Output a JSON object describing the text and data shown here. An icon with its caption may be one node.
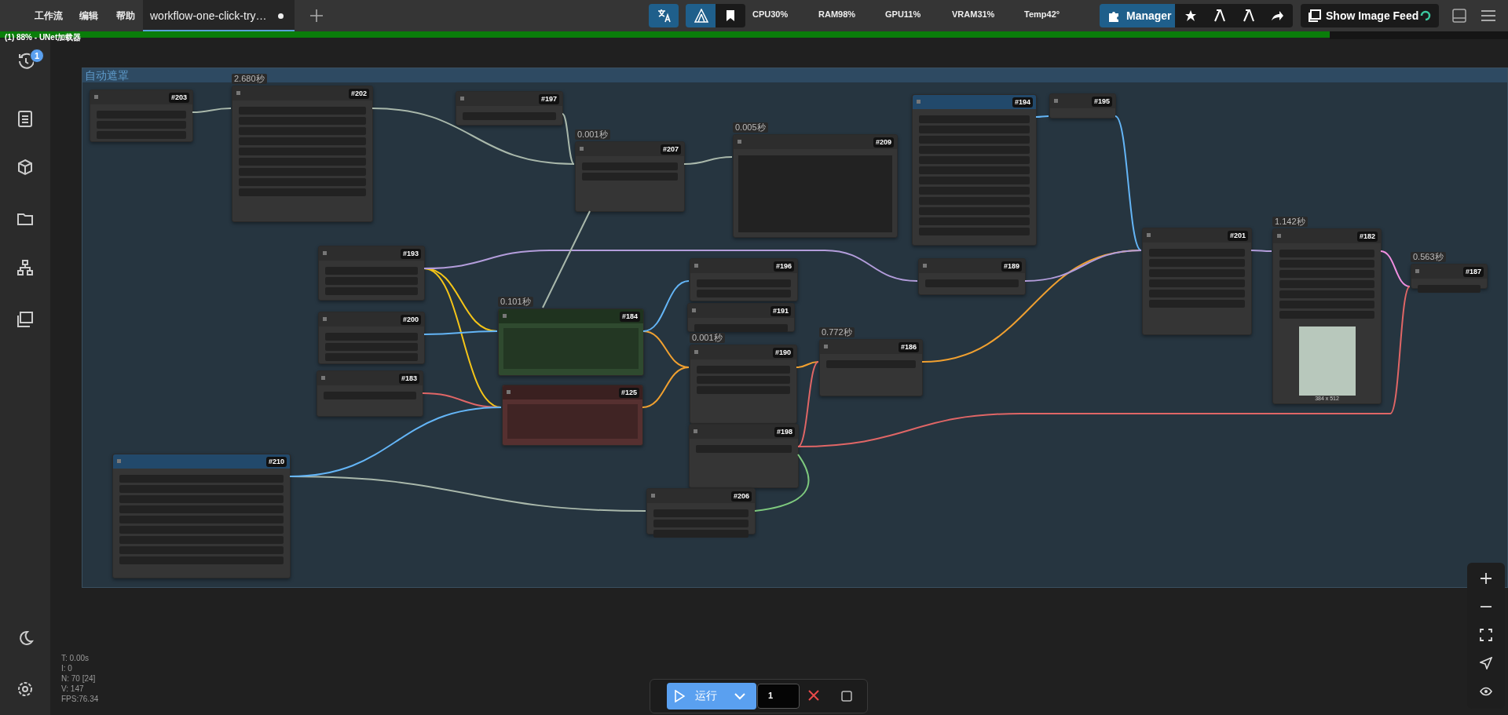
{
  "diagram": {
    "nodes": [
      {
        "text": [
          "自动遮罩"
        ]
      },
      {
        "text": [
          "#203"
        ],
        "in": 0
      },
      {
        "text": [
          "#202"
        ],
        "beside": [
          "2.680秒"
        ],
        "in": 0
      },
      {
        "text": [
          "#197"
        ],
        "in": 0
      },
      {
        "text": [
          "#207"
        ],
        "beside": [
          "0.001秒"
        ],
        "in": 0
      },
      {
        "text": [
          "#209"
        ],
        "beside": [
          "0.005秒"
        ],
        "in": 0
      },
      {
        "text": [
          "#194"
        ],
        "in": 0
      },
      {
        "text": [
          "#195"
        ],
        "in": 0
      },
      {
        "text": [
          "#193"
        ],
        "in": 0
      },
      {
        "text": [
          "#200"
        ],
        "in": 0
      },
      {
        "text": [
          "#183"
        ],
        "in": 0
      },
      {
        "text": [
          "#184"
        ],
        "beside": [
          "0.101秒"
        ],
        "in": 0
      },
      {
        "text": [
          "#125"
        ],
        "in": 0
      },
      {
        "text": [
          "#196"
        ],
        "in": 0
      },
      {
        "text": [
          "#191"
        ],
        "in": 0
      },
      {
        "text": [
          "#190"
        ],
        "beside": [
          "0.001秒"
        ],
        "in": 0
      },
      {
        "text": [
          "#198"
        ],
        "in": 0
      },
      {
        "text": [
          "#186"
        ],
        "beside": [
          "0.772秒"
        ],
        "in": 0
      },
      {
        "text": [
          "#189"
        ],
        "in": 0
      },
      {
        "text": [
          "#201"
        ],
        "in": 0
      },
      {
        "text": [
          "#182",
          "384 x 512"
        ],
        "beside": [
          "1.142秒"
        ],
        "in": 0
      },
      {
        "text": [
          "#187"
        ],
        "beside": [
          "0.563秒"
        ],
        "in": 0
      },
      {
        "text": [
          "#210"
        ],
        "in": 0
      },
      {
        "text": [
          "#206"
        ],
        "in": 0
      }
    ],
    "edges": [
      {
        "from": 1,
        "to": 2,
        "arrow": "none"
      },
      {
        "from": 2,
        "to": 4,
        "arrow": "none"
      },
      {
        "from": 3,
        "to": 4,
        "arrow": "none"
      },
      {
        "from": 4,
        "to": 5,
        "arrow": "none"
      },
      {
        "from": 6,
        "to": 7,
        "arrow": "none",
        "color": "#64b5f6"
      },
      {
        "from": 7,
        "to": 19,
        "arrow": "none",
        "color": "#64b5f6"
      },
      {
        "from": 8,
        "to": 11,
        "arrow": "none",
        "color": "#f5c518"
      },
      {
        "from": 8,
        "to": 12,
        "arrow": "none",
        "color": "#f5c518"
      },
      {
        "from": 8,
        "to": 18,
        "arrow": "none",
        "color": "#b39ddb"
      },
      {
        "from": 9,
        "to": 11,
        "arrow": "none",
        "color": "#64b5f6"
      },
      {
        "from": 10,
        "to": 12,
        "arrow": "none",
        "color": "#e06666"
      },
      {
        "from": 11,
        "to": 15,
        "arrow": "none",
        "color": "#f0a030"
      },
      {
        "from": 12,
        "to": 15,
        "arrow": "none",
        "color": "#f0a030"
      },
      {
        "from": 15,
        "to": 17,
        "arrow": "none",
        "color": "#f0a030"
      },
      {
        "from": 17,
        "to": 19,
        "arrow": "none",
        "color": "#f0a030"
      },
      {
        "from": 18,
        "to": 19,
        "arrow": "none",
        "color": "#b39ddb"
      },
      {
        "from": 19,
        "to": 20,
        "arrow": "none",
        "color": "#b39ddb"
      },
      {
        "from": 20,
        "to": 21,
        "arrow": "none",
        "color": "#f08fe0"
      },
      {
        "from": 16,
        "to": 21,
        "arrow": "none",
        "color": "#e06666"
      },
      {
        "from": 16,
        "to": 17,
        "arrow": "none",
        "color": "#e06666"
      },
      {
        "from": 22,
        "to": 23,
        "arrow": "none"
      },
      {
        "from": 23,
        "to": 16,
        "arrow": "none",
        "color": "#7ec97e"
      },
      {
        "from": 22,
        "to": 12,
        "arrow": "none",
        "color": "#64b5f6"
      },
      {
        "from": 4,
        "to": 11,
        "arrow": "none"
      },
      {
        "from": 11,
        "to": 13,
        "arrow": "none",
        "color": "#64b5f6"
      }
    ],
    "labels": [
      "工作流",
      "编辑",
      "帮助",
      "workflow-one-click-try…",
      "CPU30%",
      "RAM98%",
      "GPU11%",
      "VRAM31%",
      "Temp42°",
      "Manager",
      "Show Image Feed",
      "(1) 88% - UNet加载器",
      "1",
      "T: 0.00s",
      "I: 0",
      "N: 70 [24]",
      "V: 147",
      "FPS:76.34",
      "运行",
      "1"
    ]
  }
}
